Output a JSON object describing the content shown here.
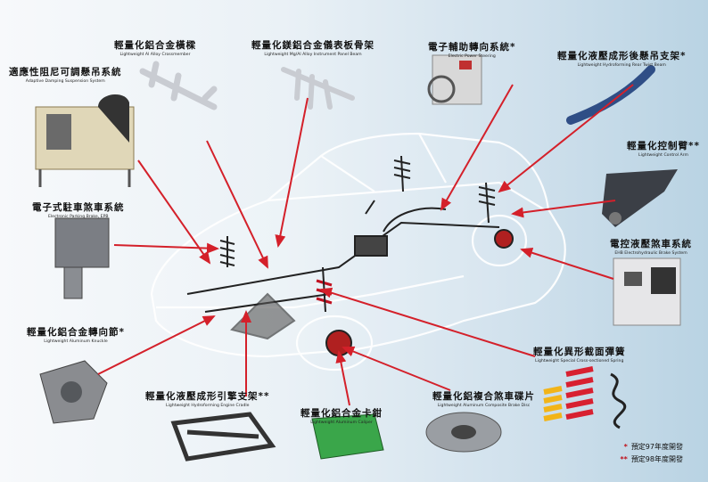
{
  "labels": {
    "crossmember": {
      "zh": "輕量化鋁合金橫樑",
      "en": "Lightweight Al Alloy Crossmember"
    },
    "panel_beam": {
      "zh": "輕量化鎂鋁合金儀表板骨架",
      "en": "Lightweight Mg/Al Alloy Instrument Panel Beam"
    },
    "eps": {
      "zh": "電子輔助轉向系統*",
      "en": "Electric Power Steering"
    },
    "rear_twist": {
      "zh": "輕量化液壓成形後懸吊支架*",
      "en": "Lightweight Hydroforming Rear Twist Beam"
    },
    "adaptive_damping": {
      "zh": "適應性阻尼可調懸吊系統",
      "en": "Adaptive Damping Suspension System"
    },
    "control_arm": {
      "zh": "輕量化控制臂**",
      "en": "Lightweight Control Arm"
    },
    "epb": {
      "zh": "電子式駐車煞車系統",
      "en": "Electronic Parking Brake, EPB"
    },
    "ehb": {
      "zh": "電控液壓煞車系統",
      "en": "EHB Electrohydraulic Brake System"
    },
    "knuckle": {
      "zh": "輕量化鋁合金轉向節*",
      "en": "Lightweight Aluminum Knuckle"
    },
    "spring": {
      "zh": "輕量化異形截面彈簧",
      "en": "Lightweight Special Cross-sectioned Spring"
    },
    "engine_cradle": {
      "zh": "輕量化液壓成形引擎支架**",
      "en": "Lightweight Hydroforming Engine Cradle"
    },
    "brake_disc": {
      "zh": "輕量化鋁複合煞車碟片",
      "en": "Lightweight Aluminum Composite Brake Disc"
    },
    "caliper": {
      "zh": "輕量化鋁合金卡鉗",
      "en": "Lightweight Aluminum Caliper"
    }
  },
  "legend": {
    "single": {
      "star": "*",
      "text": "預定97年度開發"
    },
    "double": {
      "star": "**",
      "text": "預定98年度開發"
    }
  },
  "colors": {
    "arrow": "#d4202a",
    "line_art": "#ffffff",
    "caliper": "#3aa64a",
    "spring_red": "#d82030",
    "spring_yellow": "#f2b418"
  }
}
